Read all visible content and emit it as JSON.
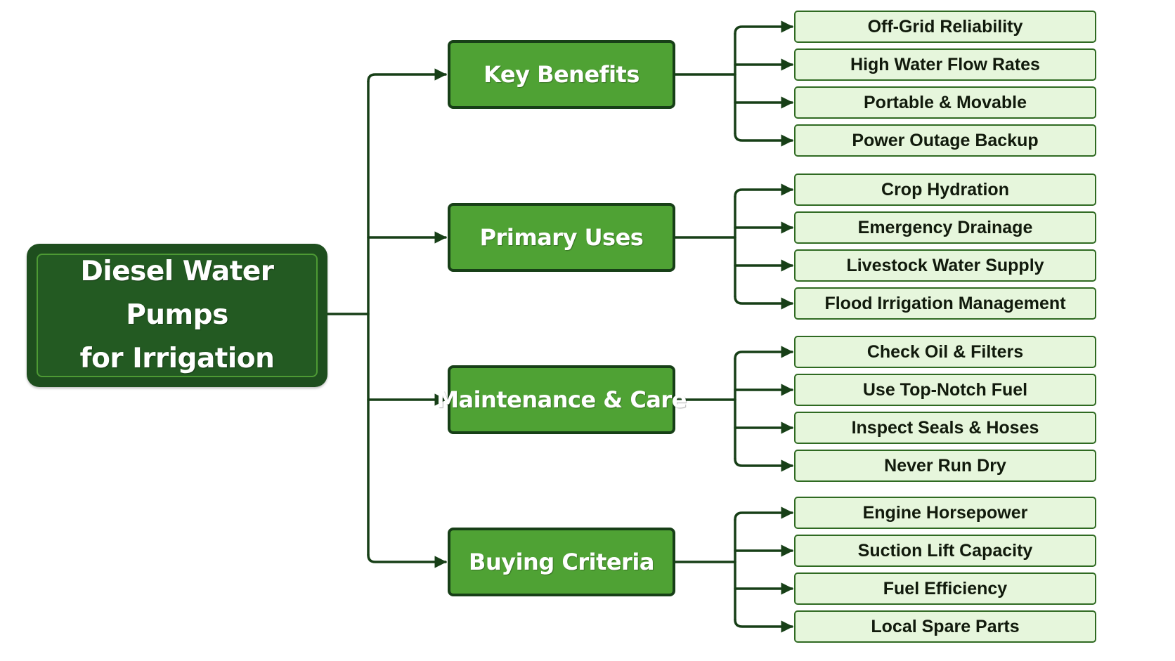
{
  "root": {
    "line1": "Diesel Water Pumps",
    "line2": "for Irrigation"
  },
  "categories": [
    {
      "label": "Key Benefits",
      "items": [
        "Off-Grid Reliability",
        "High Water Flow Rates",
        "Portable & Movable",
        "Power Outage Backup"
      ]
    },
    {
      "label": "Primary Uses",
      "items": [
        "Crop Hydration",
        "Emergency Drainage",
        "Livestock Water Supply",
        "Flood Irrigation Management"
      ]
    },
    {
      "label": "Maintenance & Care",
      "items": [
        "Check Oil & Filters",
        "Use Top-Notch Fuel",
        "Inspect Seals & Hoses",
        "Never Run Dry"
      ]
    },
    {
      "label": "Buying Criteria",
      "items": [
        "Engine Horsepower",
        "Suction Lift Capacity",
        "Fuel Efficiency",
        "Local Spare Parts"
      ]
    }
  ],
  "colors": {
    "root_fill": "#1e4e1e",
    "category_fill": "#4fa234",
    "leaf_fill": "#e6f6dc",
    "connector": "#173f17"
  }
}
